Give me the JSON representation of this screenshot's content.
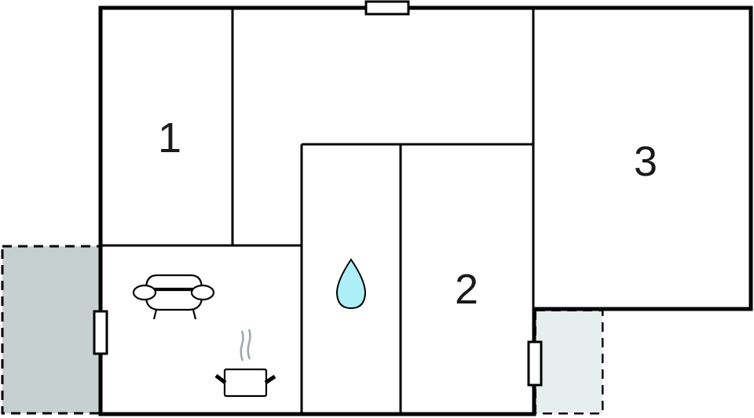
{
  "floorplan": {
    "rooms": [
      {
        "label": "1"
      },
      {
        "label": "2"
      },
      {
        "label": "3"
      }
    ],
    "icons": [
      "sofa-icon",
      "cooking-pot-icon",
      "water-drop-icon"
    ],
    "colors": {
      "wall": "#000000",
      "terrace_left": "#c6d0d0",
      "terrace_right": "#e6eeee",
      "water_drop": "#aeeef6",
      "steam": "#9aa8a8"
    }
  }
}
